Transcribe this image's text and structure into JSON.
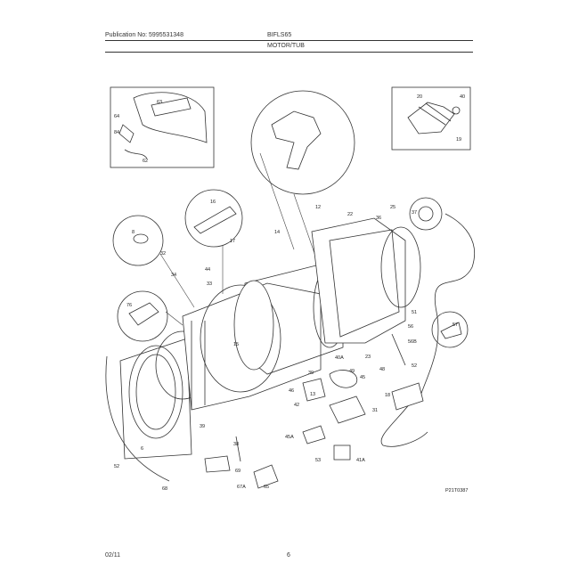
{
  "header": {
    "publication": "Publication No: 5995531348",
    "model": "BIFLS65",
    "section_title": "MOTOR/TUB"
  },
  "footer": {
    "date": "02/11",
    "page": "6",
    "drawing_id": "P21T0387"
  },
  "callouts": {
    "c64": "64",
    "c63": "63",
    "c84": "84",
    "c62": "62",
    "c20": "20",
    "c40": "40",
    "c19": "19",
    "c12": "12",
    "c22": "22",
    "c36": "36",
    "c25": "25",
    "c37": "37",
    "c16": "16",
    "c17": "17",
    "c14": "14",
    "c8": "8",
    "c32": "32",
    "c34": "34",
    "c33": "33",
    "c76": "76",
    "c51": "51",
    "c56": "56",
    "c56b": "56B",
    "c15": "15",
    "c40a": "40A",
    "c49": "49",
    "c23": "23",
    "c39": "39",
    "c45": "45",
    "c48": "48",
    "c52": "52",
    "c18": "18",
    "c31": "31",
    "c46": "46",
    "c42": "42",
    "c45a": "45A",
    "c41a": "41A",
    "c68": "68",
    "c38": "38",
    "c13": "13",
    "c44": "44",
    "c69": "69",
    "c65": "65",
    "c67a": "67A",
    "c57": "57",
    "c6": "6",
    "c53": "53"
  },
  "colors": {
    "ink": "#333333",
    "paper": "#ffffff",
    "stipple": "#bbbbbb"
  }
}
